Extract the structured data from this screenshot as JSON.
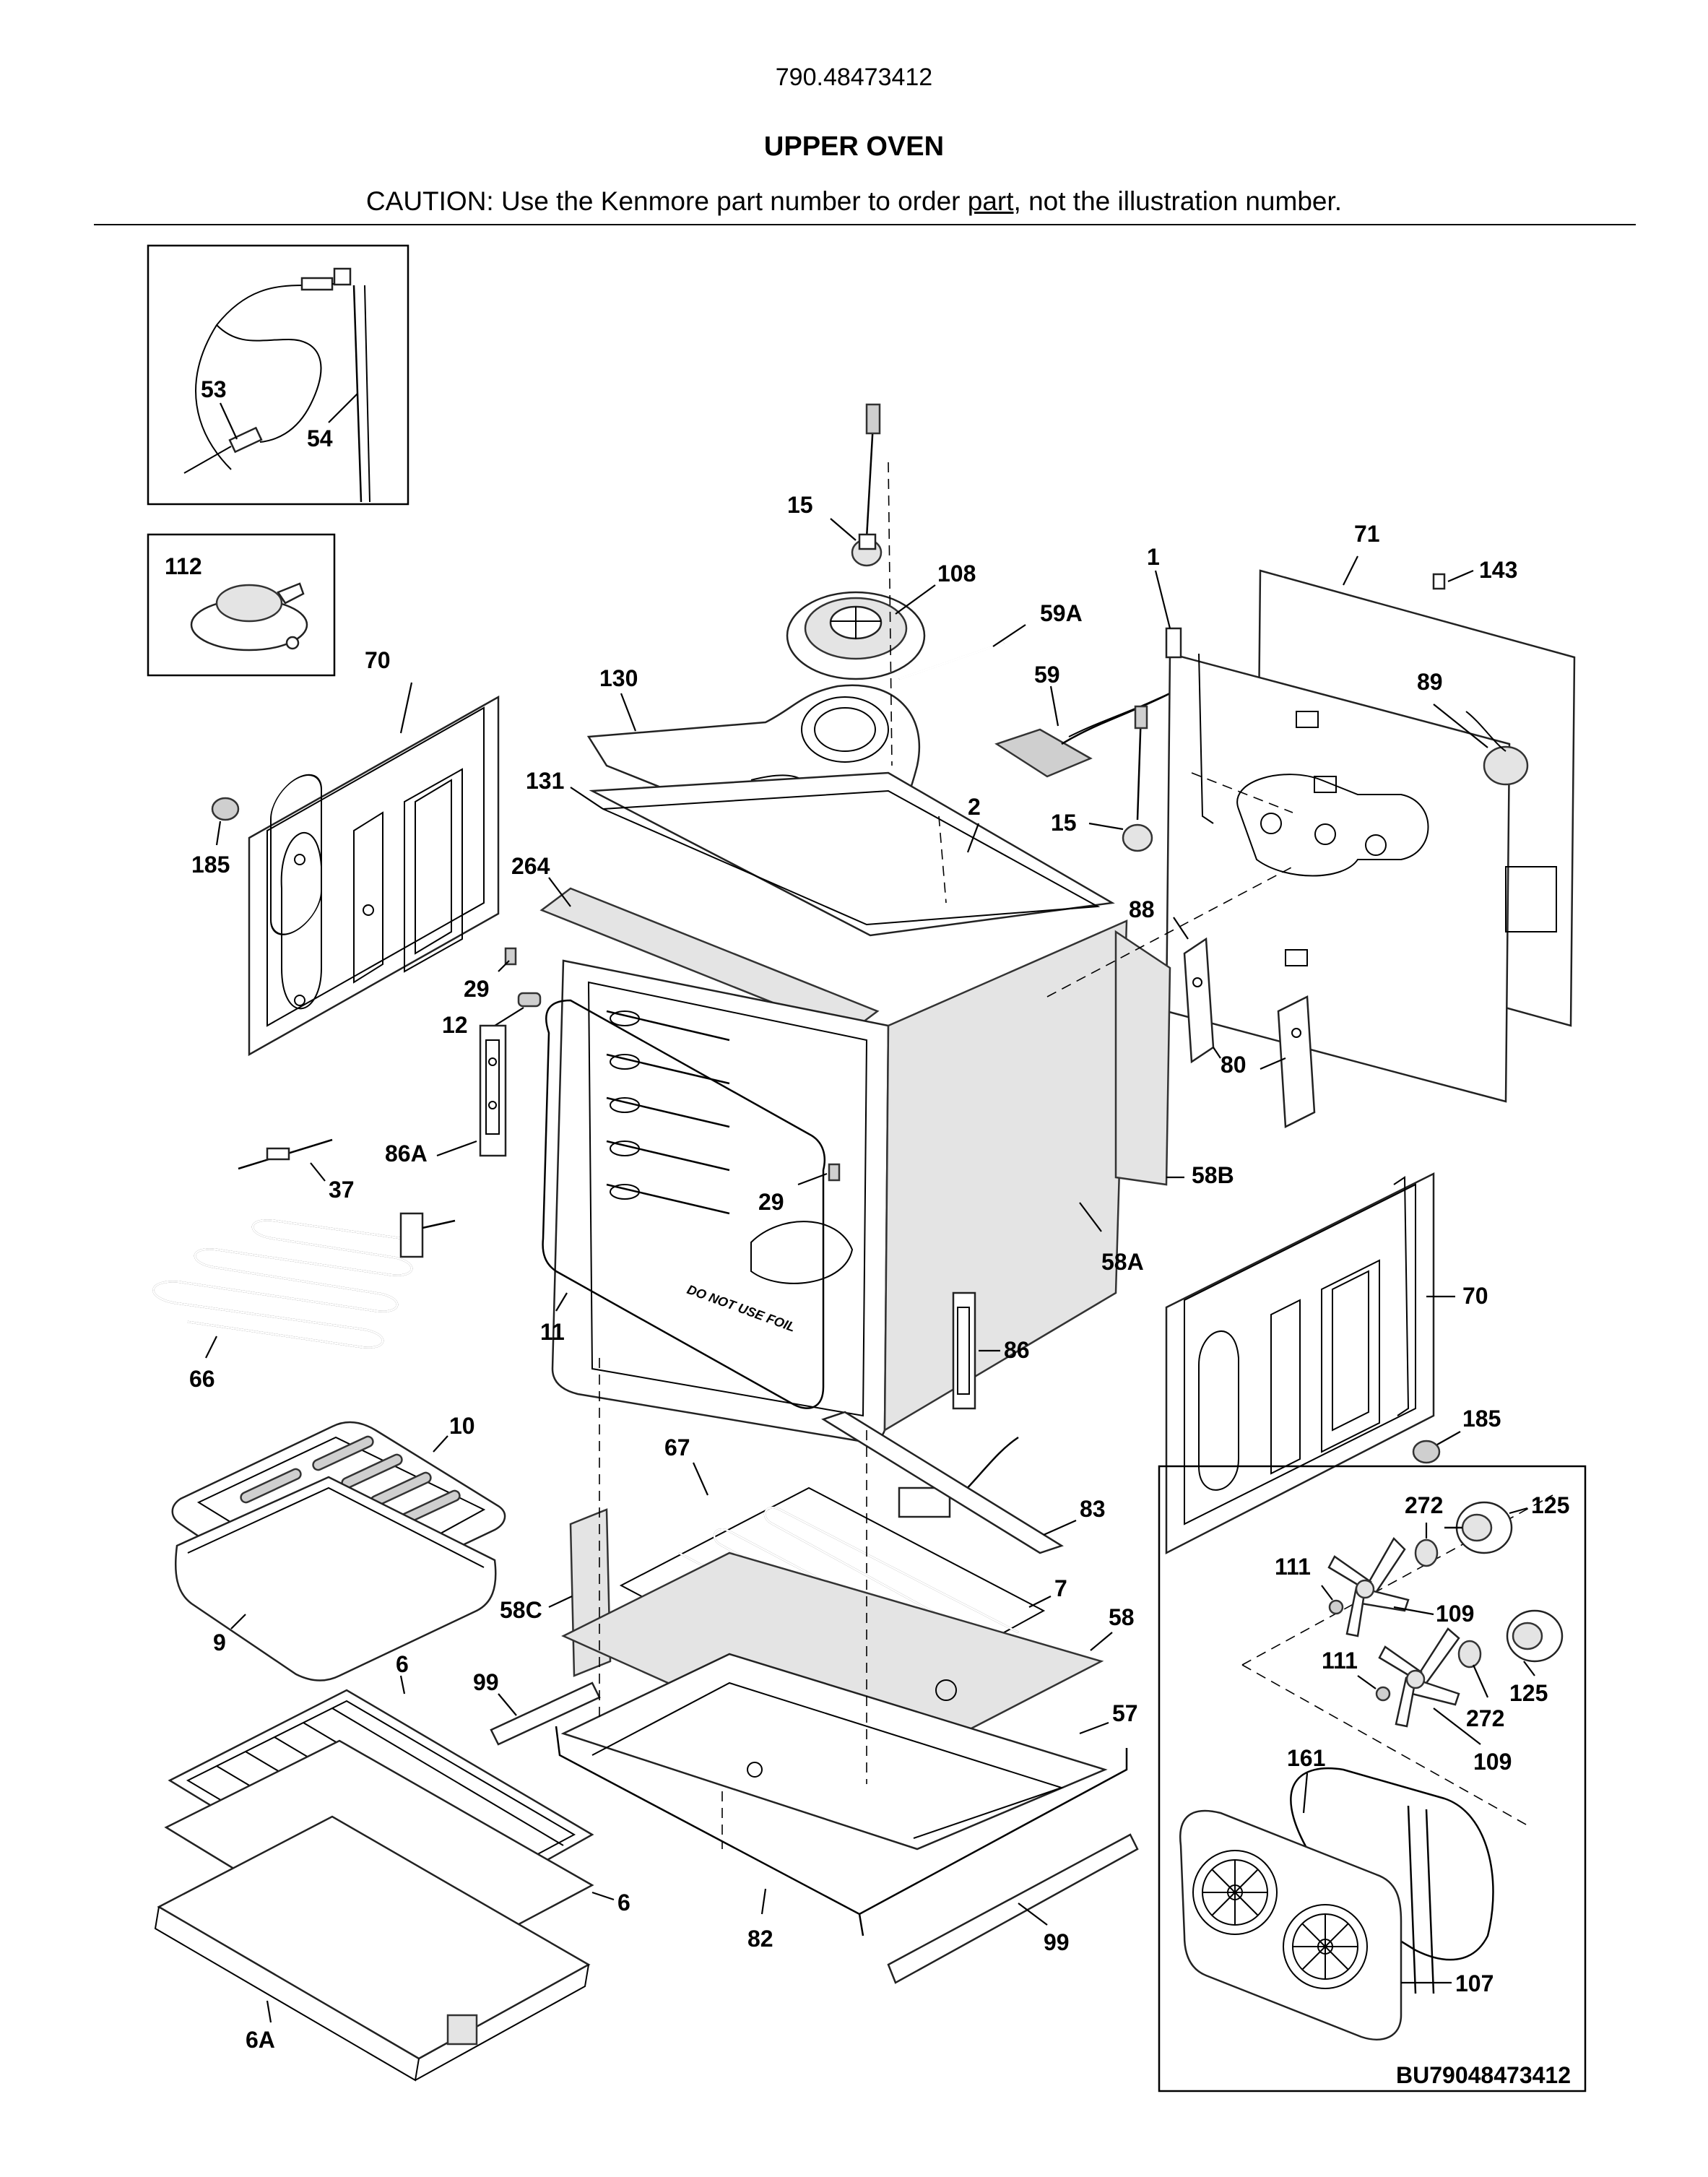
{
  "header": {
    "model_number": "790.48473412",
    "title": "UPPER OVEN",
    "caution_prefix": "CAUTION: Use the Kenmore part number to order ",
    "caution_link": "part",
    "caution_suffix": ", not the illustration number."
  },
  "callouts": {
    "c53": "53",
    "c54": "54",
    "c112": "112",
    "c70a": "70",
    "c185a": "185",
    "c15a": "15",
    "c108": "108",
    "c130": "130",
    "c131": "131",
    "c264": "264",
    "c29a": "29",
    "c12": "12",
    "c86a": "86A",
    "c37": "37",
    "c66": "66",
    "c11": "11",
    "c29b": "29",
    "c59a": "59A",
    "c59": "59",
    "c2": "2",
    "c15b": "15",
    "c1": "1",
    "c71": "71",
    "c143": "143",
    "c89": "89",
    "c88": "88",
    "c80": "80",
    "c58b": "58B",
    "c58a": "58A",
    "c86": "86",
    "c70b": "70",
    "c185b": "185",
    "c10": "10",
    "c9": "9",
    "c67": "67",
    "c83": "83",
    "c7": "7",
    "c58c": "58C",
    "c58": "58",
    "c57": "57",
    "c99a": "99",
    "c82": "82",
    "c99b": "99",
    "c6a": "6",
    "c6b": "6",
    "c6A": "6A",
    "c272a": "272",
    "c125a": "125",
    "c111a": "111",
    "c109a": "109",
    "c111b": "111",
    "c125b": "125",
    "c272b": "272",
    "c109b": "109",
    "c161": "161",
    "c107": "107"
  },
  "stamp": "DO NOT USE FOIL",
  "footer": {
    "diagram_code": "BU79048473412"
  }
}
